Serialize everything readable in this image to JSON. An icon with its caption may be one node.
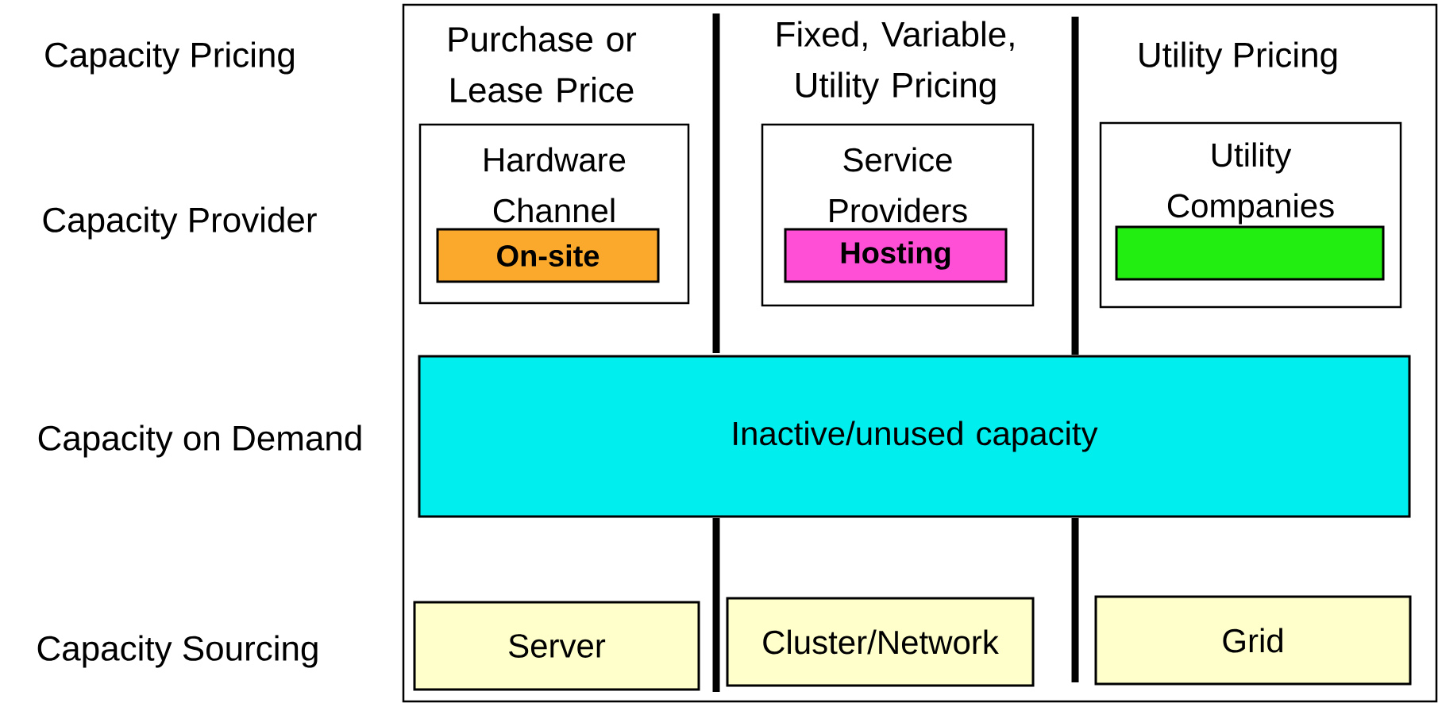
{
  "diagram": {
    "nodes": [
      {
        "text": [
          "Hardware Channel"
        ]
      },
      {
        "text": [
          "On-site"
        ],
        "in": 0
      },
      {
        "text": [
          "Service Providers"
        ]
      },
      {
        "text": [
          "Hosting"
        ],
        "in": 2
      },
      {
        "text": [
          "Utility Companies"
        ]
      },
      {
        "text": [],
        "shape": "box",
        "in": 4
      },
      {
        "text": [
          "Inactive/unused capacity"
        ]
      },
      {
        "text": [
          "Server"
        ]
      },
      {
        "text": [
          "Cluster/Network"
        ]
      },
      {
        "text": [
          "Grid"
        ]
      }
    ],
    "labels": [
      "Capacity Pricing",
      "Purchase or Lease Price",
      "Fixed, Variable, Utility Pricing",
      "Utility Pricing",
      "Capacity Provider",
      "Capacity on Demand",
      "Capacity Sourcing"
    ]
  }
}
